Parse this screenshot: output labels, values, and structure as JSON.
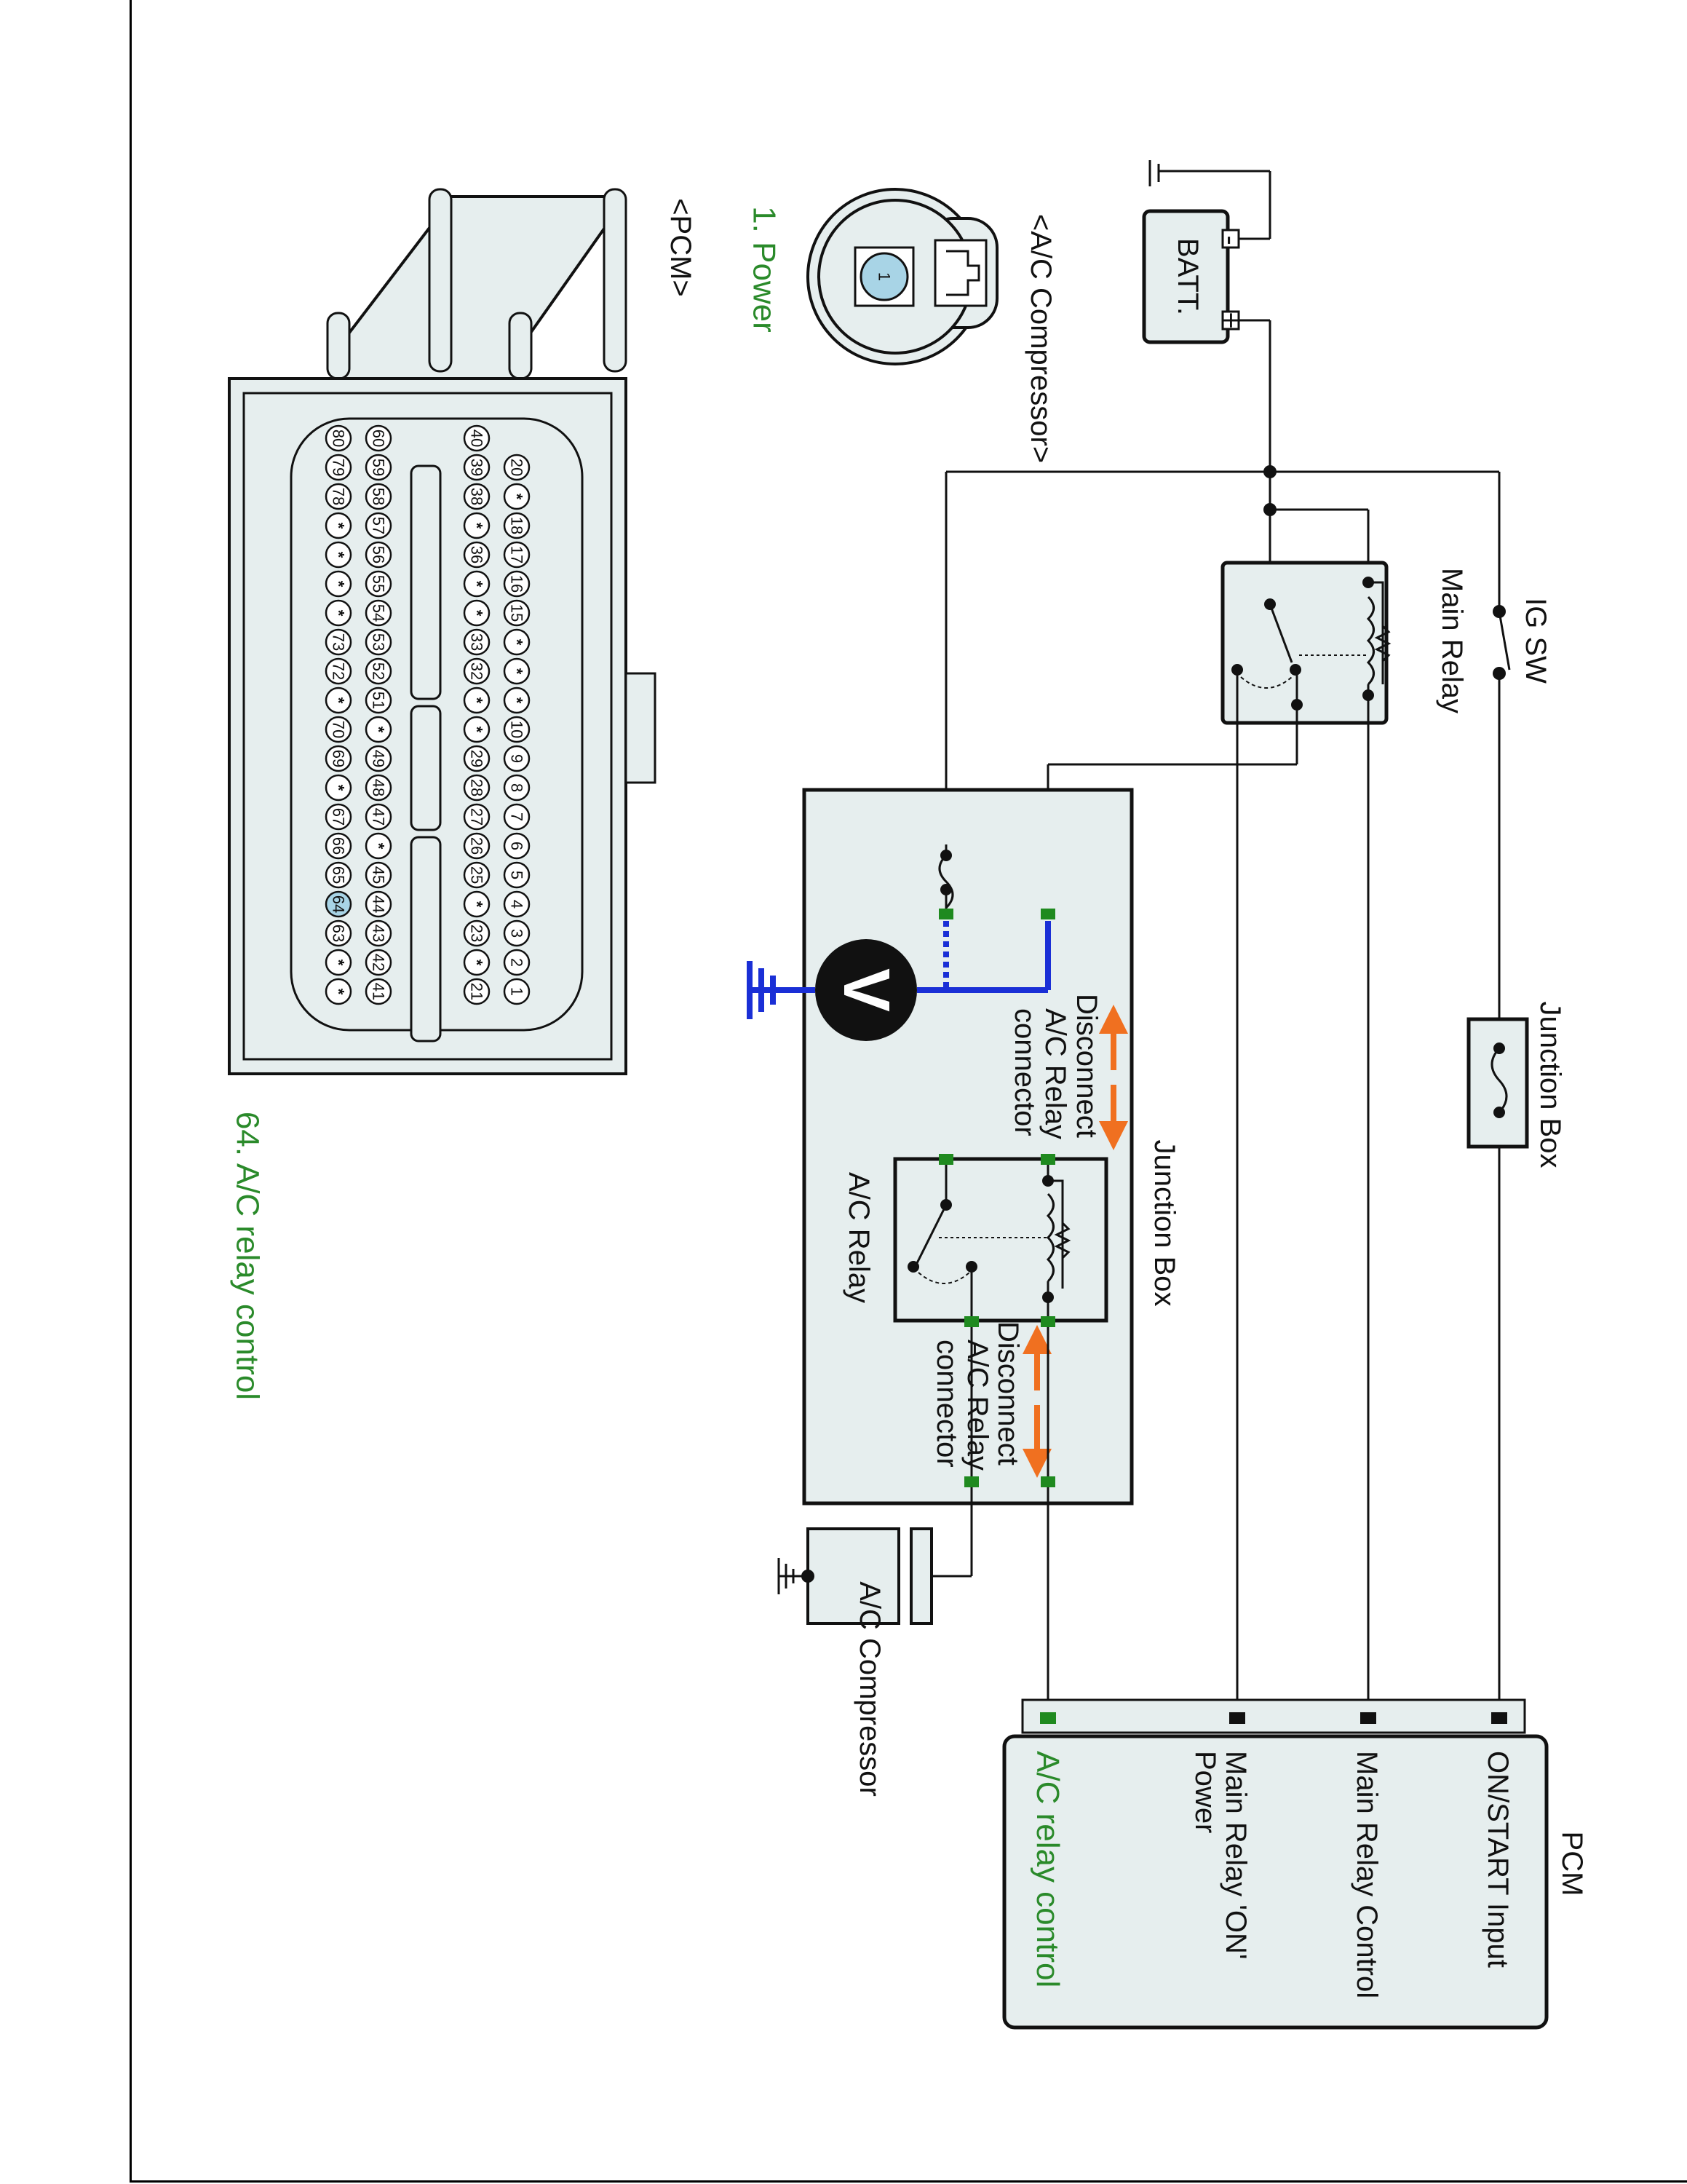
{
  "labels": {
    "ig_sw": "IG SW",
    "main_relay": "Main Relay",
    "junction_box_top": "Junction Box",
    "batt": "BATT.",
    "batt_minus": "-",
    "batt_plus": "+",
    "ac_compressor_connector": "<A/C Compressor>",
    "power_pin": "1. Power",
    "pin_one": "1",
    "pcm_connector": "<PCM>",
    "junction_box_main": "Junction Box",
    "disconnect_top": [
      "Disconnect",
      "A/C Relay",
      "connector"
    ],
    "disconnect_bottom": [
      "Disconnect",
      "A/C Relay",
      "connector"
    ],
    "ac_relay": "A/C Relay",
    "ac_compressor": "A/C Compressor",
    "pcm": "PCM",
    "pcm_on_start": "ON/START Input",
    "pcm_main_relay_control": "Main Relay Control",
    "pcm_main_relay_on_power": [
      "Main Relay 'ON'",
      "Power"
    ],
    "pcm_ac_relay_control": "A/C relay control",
    "pcm_pin_caption": "64. A/C relay control",
    "voltmeter": "V"
  },
  "pcm_pins": {
    "row1": [
      "20",
      "*",
      "18",
      "17",
      "16",
      "15",
      "*",
      "*",
      "*",
      "10",
      "9",
      "8",
      "7",
      "6",
      "5",
      "4",
      "3",
      "2",
      "1"
    ],
    "row2": [
      "40",
      "39",
      "38",
      "*",
      "36",
      "*",
      "*",
      "33",
      "32",
      "*",
      "*",
      "29",
      "28",
      "27",
      "26",
      "25",
      "*",
      "23",
      "*",
      "21"
    ],
    "row3": [
      "60",
      "59",
      "58",
      "57",
      "56",
      "55",
      "54",
      "53",
      "52",
      "51",
      "*",
      "49",
      "48",
      "47",
      "*",
      "45",
      "44",
      "43",
      "42",
      "41"
    ],
    "row4": [
      "80",
      "79",
      "78",
      "*",
      "*",
      "*",
      "*",
      "73",
      "72",
      "*",
      "70",
      "69",
      "*",
      "67",
      "66",
      "65",
      "64",
      "63",
      "*",
      "*"
    ],
    "highlighted": "64"
  },
  "colors": {
    "green_text": "#2a8a2a",
    "measure_blue": "#1a2fd6",
    "arrow_orange": "#f07020",
    "connector_green": "#1f8a1f",
    "box_fill": "#e6eeee",
    "pin_highlight": "#a8d4e6"
  }
}
